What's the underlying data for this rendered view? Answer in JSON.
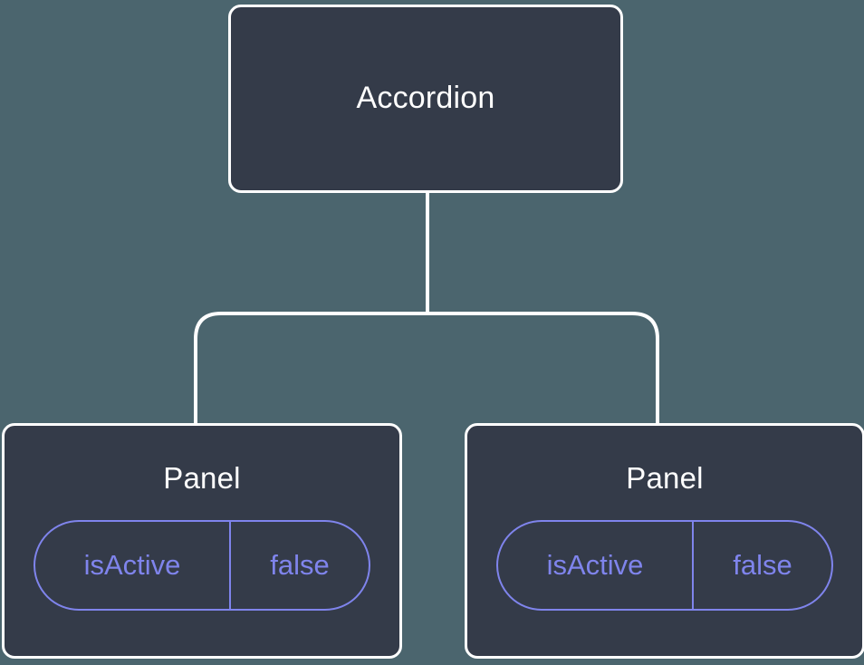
{
  "diagram": {
    "type": "component-tree",
    "background_color": "#4b656e",
    "node_fill_color": "#343b49",
    "node_border_color": "#ffffff",
    "accent_color": "#7f84ec",
    "title_color": "#ffffff",
    "connector_color": "#ffffff",
    "root": {
      "label": "Accordion"
    },
    "children": [
      {
        "label": "Panel",
        "props": [
          {
            "key": "isActive",
            "value": "false"
          }
        ]
      },
      {
        "label": "Panel",
        "props": [
          {
            "key": "isActive",
            "value": "false"
          }
        ]
      }
    ]
  }
}
